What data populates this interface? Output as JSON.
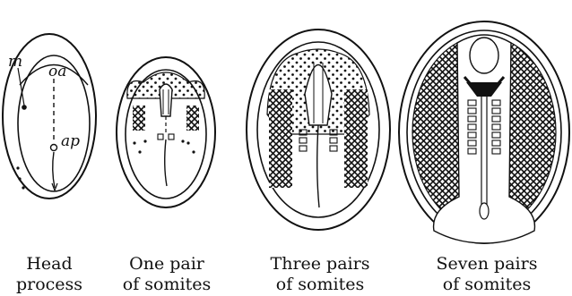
{
  "labels": {
    "m": "m",
    "oa": "oa",
    "ap": "ap"
  },
  "stages": [
    {
      "line1": "Head",
      "line2": "process"
    },
    {
      "line1": "One pair",
      "line2": "of somites"
    },
    {
      "line1": "Three pairs",
      "line2": "of somites"
    },
    {
      "line1": "Seven pairs",
      "line2": "of somites"
    }
  ],
  "colors": {
    "ink": "#111111",
    "paper": "#ffffff"
  }
}
